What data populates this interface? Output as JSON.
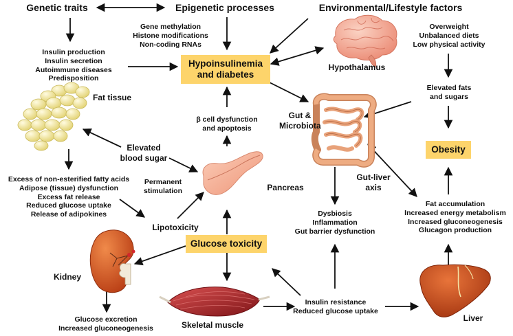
{
  "headers": {
    "genetic": "Genetic traits",
    "epigenetic": "Epigenetic processes",
    "environmental": "Environmental/Lifestyle factors"
  },
  "epigenetic_items": [
    "Gene methylation",
    "Histone modifications",
    "Non-coding RNAs"
  ],
  "genetic_items": [
    "Insulin production",
    "Insulin secretion",
    "Autoimmune diseases",
    "Predisposition"
  ],
  "lifestyle_items": [
    "Overweight",
    "Unbalanced diets",
    "Low physical activity"
  ],
  "highlights": {
    "hypoinsulinemia": [
      "Hypoinsulinemia",
      "and diabetes"
    ],
    "glucose_toxicity": "Glucose toxicity",
    "obesity": "Obesity"
  },
  "organs": {
    "hypothalamus": "Hypothalamus",
    "fat_tissue": "Fat tissue",
    "pancreas": "Pancreas",
    "gut": [
      "Gut &",
      "Microbiota"
    ],
    "kidney": "Kidney",
    "skeletal_muscle": "Skeletal muscle",
    "liver": "Liver"
  },
  "labels": {
    "elevated_fats": [
      "Elevated fats",
      "and sugars"
    ],
    "beta_cell": [
      "β cell dysfunction",
      "and apoptosis"
    ],
    "elevated_blood_sugar": [
      "Elevated",
      "blood sugar"
    ],
    "permanent_stimulation": [
      "Permanent",
      "stimulation"
    ],
    "gut_liver_axis": [
      "Gut-liver",
      "axis"
    ],
    "lipotoxicity": "Lipotoxicity"
  },
  "fat_effects": [
    "Excess of non-esterified fatty acids",
    "Adipose (tissue) dysfunction",
    "Excess fat release",
    "Reduced glucose uptake",
    "Release of adipokines"
  ],
  "gut_effects": [
    "Dysbiosis",
    "Inflammation",
    "Gut barrier dysfunction"
  ],
  "liver_effects": [
    "Fat accumulation",
    "Increased energy metabolism",
    "Increased gluconeogenesis",
    "Glucagon production"
  ],
  "muscle_effects": [
    "Insulin resistance",
    "Reduced glucose uptake"
  ],
  "kidney_effects": [
    "Glucose excretion",
    "Increased gluconeogenesis"
  ],
  "colors": {
    "highlight": "#fdd46b",
    "brain": "#f2a08c",
    "fat": "#f2e79a",
    "pancreas": "#f7b49a",
    "gut": "#e8a27a",
    "kidney": "#d9541e",
    "muscle": "#b3282a",
    "liver": "#c84a14"
  }
}
